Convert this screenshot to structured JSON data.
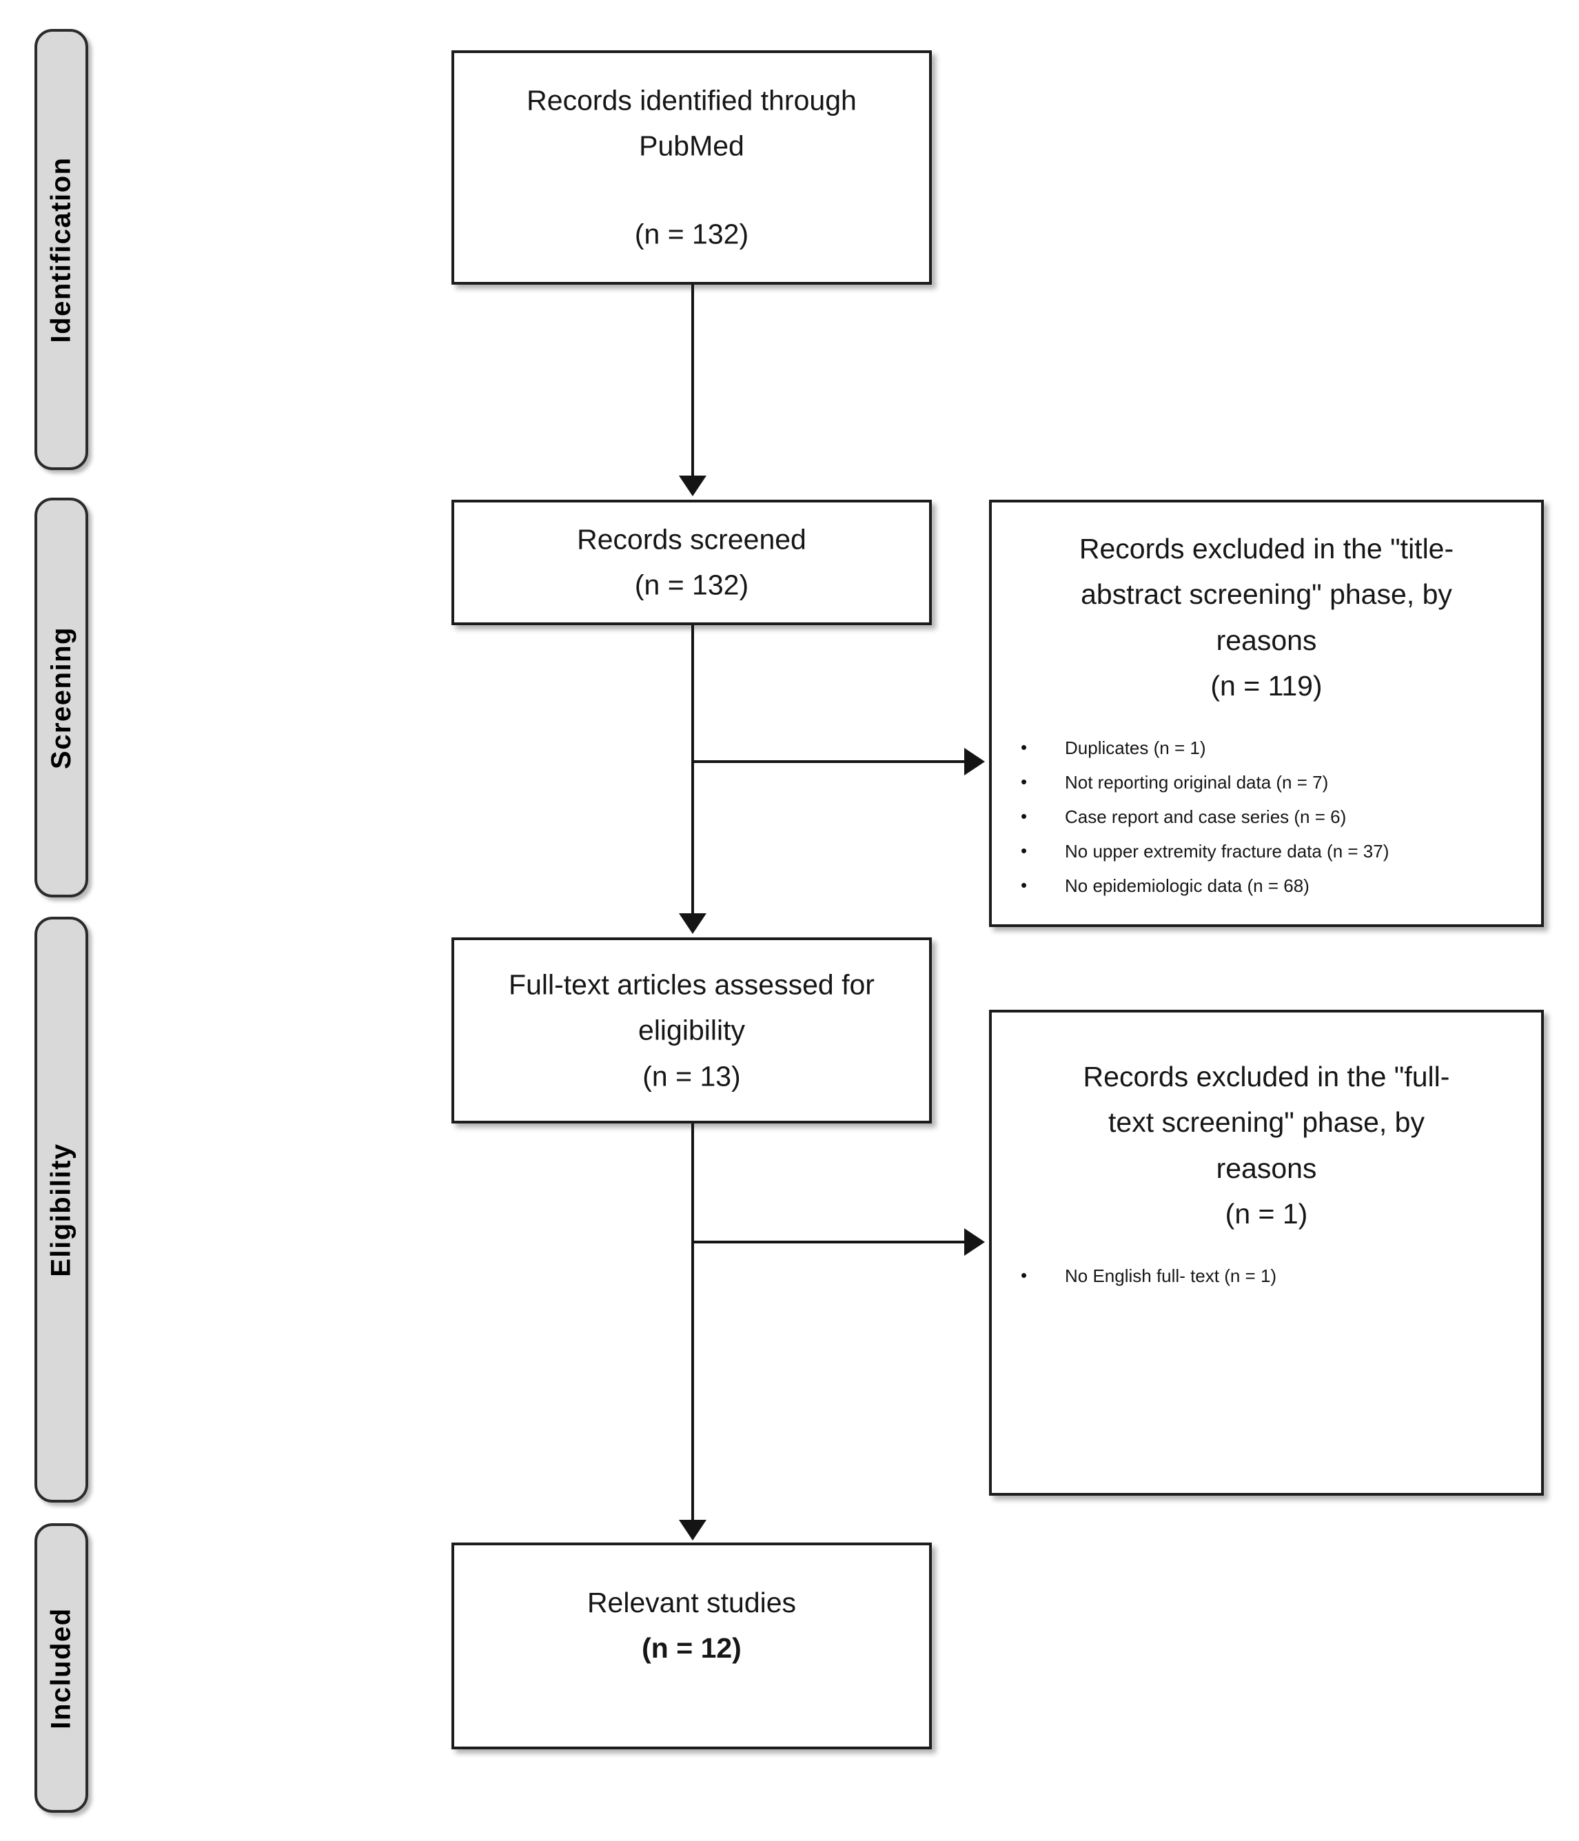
{
  "diagram": {
    "type": "PRISMA flow diagram",
    "stages": [
      {
        "label": "Identification"
      },
      {
        "label": "Screening"
      },
      {
        "label": "Eligibility"
      },
      {
        "label": "Included"
      }
    ],
    "boxes": {
      "identified": {
        "line1": "Records identified through",
        "line2": "PubMed",
        "count": "(n = 132)"
      },
      "screened": {
        "line1": "Records screened",
        "count": "(n = 132)"
      },
      "excluded_title_abstract": {
        "line1": "Records excluded in the \"title-",
        "line2": "abstract screening\" phase, by",
        "line3": "reasons",
        "count": "(n = 119)",
        "reasons": [
          "Duplicates (n = 1)",
          "Not reporting original data (n = 7)",
          "Case report and case series (n = 6)",
          "No upper extremity fracture data (n = 37)",
          "No epidemiologic data (n = 68)"
        ]
      },
      "fulltext_assessed": {
        "line1": "Full-text articles assessed for",
        "line2": "eligibility",
        "count": "(n = 13)"
      },
      "excluded_fulltext": {
        "line1": "Records excluded in the \"full-",
        "line2": "text screening\" phase, by",
        "line3": "reasons",
        "count": "(n = 1)",
        "reasons": [
          "No English full- text (n = 1)"
        ]
      },
      "included": {
        "line1": "Relevant studies",
        "count": "(n = 12)"
      }
    },
    "colors": {
      "stage_fill": "#d9d9d9",
      "stage_border": "#2b2b2b",
      "box_border": "#1c1c1c",
      "box_fill": "#ffffff",
      "connector": "#141414",
      "text": "#161616"
    }
  }
}
